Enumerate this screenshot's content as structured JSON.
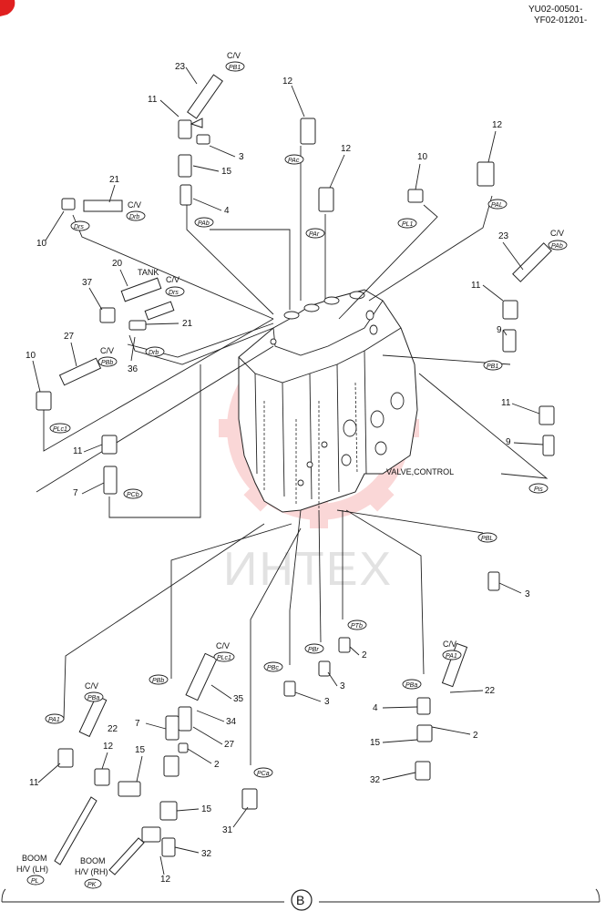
{
  "header": {
    "part_codes": [
      "YU02-00501-",
      "YF02-01201-"
    ]
  },
  "watermark": {
    "text": "ИНТЕХ"
  },
  "footer": {
    "section_marker": "B"
  },
  "labels": {
    "valve_control": "VALVE,CONTROL",
    "tank": "TANK",
    "boom_lh": [
      "BOOM",
      "H/V (LH)"
    ],
    "boom_rh": [
      "BOOM",
      "H/V (RH)"
    ],
    "cv": "C/V"
  },
  "part_numbers": [
    {
      "id": "n23a",
      "text": "23"
    },
    {
      "id": "n11a",
      "text": "11"
    },
    {
      "id": "n3a",
      "text": "3"
    },
    {
      "id": "n15a",
      "text": "15"
    },
    {
      "id": "n4a",
      "text": "4"
    },
    {
      "id": "n21a",
      "text": "21"
    },
    {
      "id": "n10a",
      "text": "10"
    },
    {
      "id": "n12a",
      "text": "12"
    },
    {
      "id": "n12b",
      "text": "12"
    },
    {
      "id": "n10b",
      "text": "10"
    },
    {
      "id": "n12c",
      "text": "12"
    },
    {
      "id": "n23b",
      "text": "23"
    },
    {
      "id": "n11b",
      "text": "11"
    },
    {
      "id": "n9a",
      "text": "9"
    },
    {
      "id": "n20",
      "text": "20"
    },
    {
      "id": "n37",
      "text": "37"
    },
    {
      "id": "n21b",
      "text": "21"
    },
    {
      "id": "n36",
      "text": "36"
    },
    {
      "id": "n27a",
      "text": "27"
    },
    {
      "id": "n10c",
      "text": "10"
    },
    {
      "id": "n11c",
      "text": "11"
    },
    {
      "id": "n9b",
      "text": "9"
    },
    {
      "id": "n11d",
      "text": "11"
    },
    {
      "id": "n7a",
      "text": "7"
    },
    {
      "id": "n3b",
      "text": "3"
    },
    {
      "id": "n2a",
      "text": "2"
    },
    {
      "id": "n3c",
      "text": "3"
    },
    {
      "id": "n3d",
      "text": "3"
    },
    {
      "id": "n35",
      "text": "35"
    },
    {
      "id": "n34",
      "text": "34"
    },
    {
      "id": "n27b",
      "text": "27"
    },
    {
      "id": "n7b",
      "text": "7"
    },
    {
      "id": "n22a",
      "text": "22"
    },
    {
      "id": "n11e",
      "text": "11"
    },
    {
      "id": "n12d",
      "text": "12"
    },
    {
      "id": "n15b",
      "text": "15"
    },
    {
      "id": "n2b",
      "text": "2"
    },
    {
      "id": "n15c",
      "text": "15"
    },
    {
      "id": "n31",
      "text": "31"
    },
    {
      "id": "n32a",
      "text": "32"
    },
    {
      "id": "n12e",
      "text": "12"
    },
    {
      "id": "n22b",
      "text": "22"
    },
    {
      "id": "n4b",
      "text": "4"
    },
    {
      "id": "n2c",
      "text": "2"
    },
    {
      "id": "n15d",
      "text": "15"
    },
    {
      "id": "n32b",
      "text": "32"
    }
  ],
  "port_tags": [
    {
      "id": "t_pb1a",
      "text": "PB1"
    },
    {
      "id": "t_pab1",
      "text": "PAb"
    },
    {
      "id": "t_drs1",
      "text": "Drs"
    },
    {
      "id": "t_drb1",
      "text": "Drb"
    },
    {
      "id": "t_pac",
      "text": "PAc"
    },
    {
      "id": "t_par",
      "text": "PAr"
    },
    {
      "id": "t_pl1",
      "text": "PL1"
    },
    {
      "id": "t_pal",
      "text": "PAL"
    },
    {
      "id": "t_pab2",
      "text": "PAb"
    },
    {
      "id": "t_drs2",
      "text": "Drs"
    },
    {
      "id": "t_drb2",
      "text": "Drb"
    },
    {
      "id": "t_pbb",
      "text": "PBb"
    },
    {
      "id": "t_pb1b",
      "text": "PB1"
    },
    {
      "id": "t_plc1a",
      "text": "PLc1"
    },
    {
      "id": "t_pcb",
      "text": "PCb"
    },
    {
      "id": "t_pis",
      "text": "Pis"
    },
    {
      "id": "t_pbl",
      "text": "PBL"
    },
    {
      "id": "t_ptb",
      "text": "PTb"
    },
    {
      "id": "t_pbr",
      "text": "PBr"
    },
    {
      "id": "t_pbc",
      "text": "PBc"
    },
    {
      "id": "t_pba1",
      "text": "PBa"
    },
    {
      "id": "t_pa1a",
      "text": "PA1"
    },
    {
      "id": "t_pbb2",
      "text": "PBb"
    },
    {
      "id": "t_plc1b",
      "text": "PLc1"
    },
    {
      "id": "t_pba2",
      "text": "PBa"
    },
    {
      "id": "t_pa1b",
      "text": "PA1"
    },
    {
      "id": "t_pca",
      "text": "PCa"
    },
    {
      "id": "t_pl",
      "text": "PL"
    },
    {
      "id": "t_pk",
      "text": "PK"
    }
  ]
}
